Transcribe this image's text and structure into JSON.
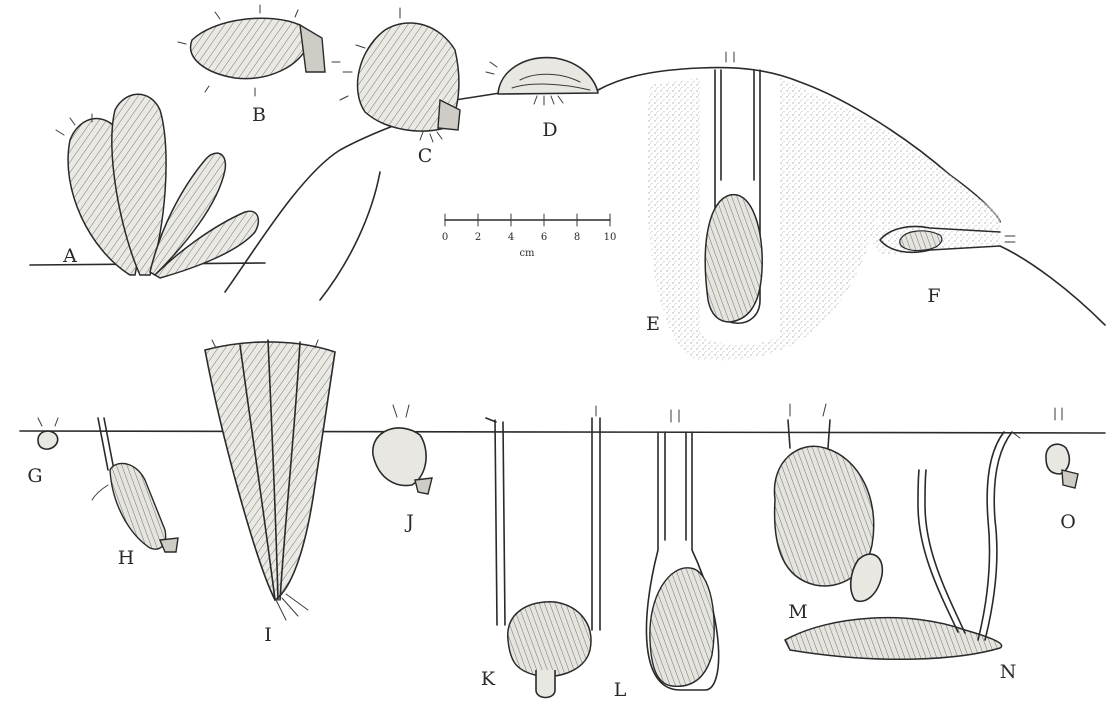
{
  "labels": {
    "A": "A",
    "B": "B",
    "C": "C",
    "D": "D",
    "E": "E",
    "F": "F",
    "G": "G",
    "H": "H",
    "I": "I",
    "J": "J",
    "K": "K",
    "L": "L",
    "M": "M",
    "N": "N",
    "O": "O"
  },
  "scale_bar": {
    "ticks": [
      "0",
      "2",
      "4",
      "6",
      "8",
      "10"
    ],
    "unit": "cm"
  },
  "colors": {
    "ink": "#2a2a2a",
    "shell_fill": "#e9e7e2",
    "background": "#ffffff"
  }
}
